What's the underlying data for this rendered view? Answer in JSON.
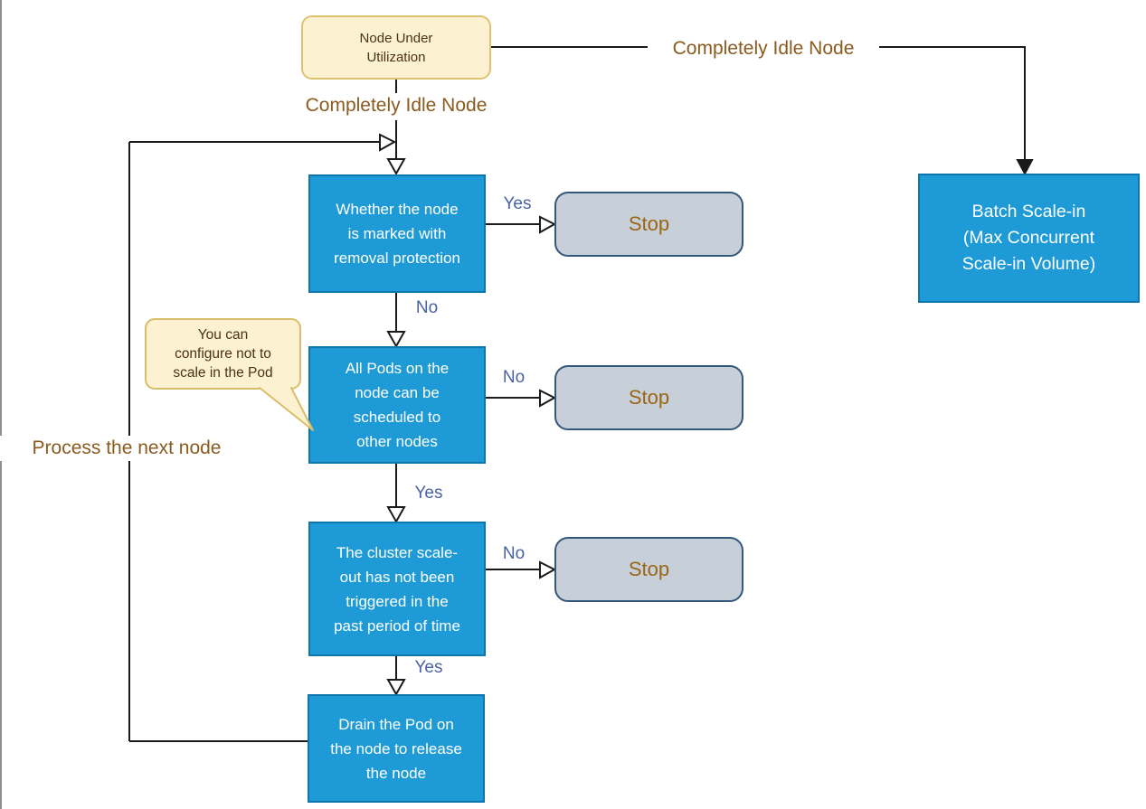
{
  "nodes": {
    "start": {
      "lines": [
        "Node Under",
        "Utilization"
      ]
    },
    "check_protection": {
      "lines": [
        "Whether the node",
        "is marked with",
        "removal protection"
      ]
    },
    "check_pods": {
      "lines": [
        "All Pods on the",
        "node can be",
        "scheduled to",
        "other nodes"
      ]
    },
    "check_scaleout": {
      "lines": [
        "The cluster scale-",
        "out has not been",
        "triggered in the",
        "past period of time"
      ]
    },
    "drain": {
      "lines": [
        "Drain the Pod on",
        "the node to release",
        "the node"
      ]
    },
    "batch_scale_in": {
      "lines": [
        "Batch Scale-in",
        "(Max Concurrent",
        "Scale-in Volume)"
      ]
    },
    "stop1": {
      "label": "Stop"
    },
    "stop2": {
      "label": "Stop"
    },
    "stop3": {
      "label": "Stop"
    }
  },
  "edge_labels": {
    "idle_top": "Completely Idle Node",
    "idle_right": "Completely Idle Node",
    "protection_yes": "Yes",
    "protection_no": "No",
    "pods_no": "No",
    "pods_yes": "Yes",
    "scaleout_no": "No",
    "scaleout_yes": "Yes",
    "process_next": "Process the next node"
  },
  "callout": {
    "lines": [
      "You can",
      "configure not to",
      "scale in the Pod"
    ]
  },
  "colors": {
    "process_fill": "#1E9BD7",
    "process_border": "#0D76AD",
    "terminal_fill": "#C7CFD9",
    "terminal_border": "#33587C",
    "start_fill": "#FCF2D1",
    "start_border": "#DCC271",
    "callout_border": "#D9BD6A",
    "brown_label": "#8A5A1E",
    "stop_text": "#9C6513",
    "edge_label_text": "#4A63A5",
    "line": "#1A1A1A",
    "left_edge_line": "#8F8F8F"
  }
}
